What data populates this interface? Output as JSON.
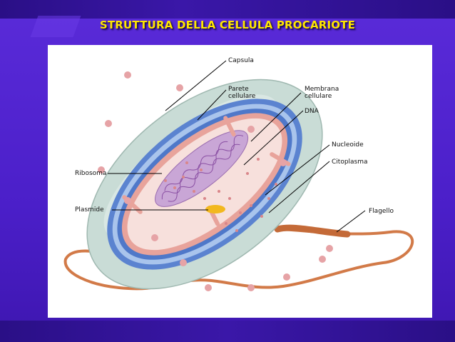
{
  "slide": {
    "title": "STRUTTURA DELLA CELLULA PROCARIOTE"
  },
  "labels": {
    "capsula": "Capsula",
    "parete_1": "Parete",
    "parete_2": "cellulare",
    "membrana_1": "Membrana",
    "membrana_2": "cellulare",
    "dna": "DNA",
    "nucleoide": "Nucleoide",
    "citoplasma": "Citoplasma",
    "ribosoma": "Ribosoma",
    "plasmide": "Plasmide",
    "flagello": "Flagello"
  },
  "colors": {
    "title": "#ffe600",
    "background": "#4b1fc9",
    "capsule": "#c9dcd6",
    "wall": "#4f78c9",
    "membrane": "#e8a39b",
    "cytoplasm": "#f7e0dc",
    "nucleoid": "#b88ac7",
    "flagellum": "#d27a48",
    "plasmid": "#f2b81e"
  }
}
